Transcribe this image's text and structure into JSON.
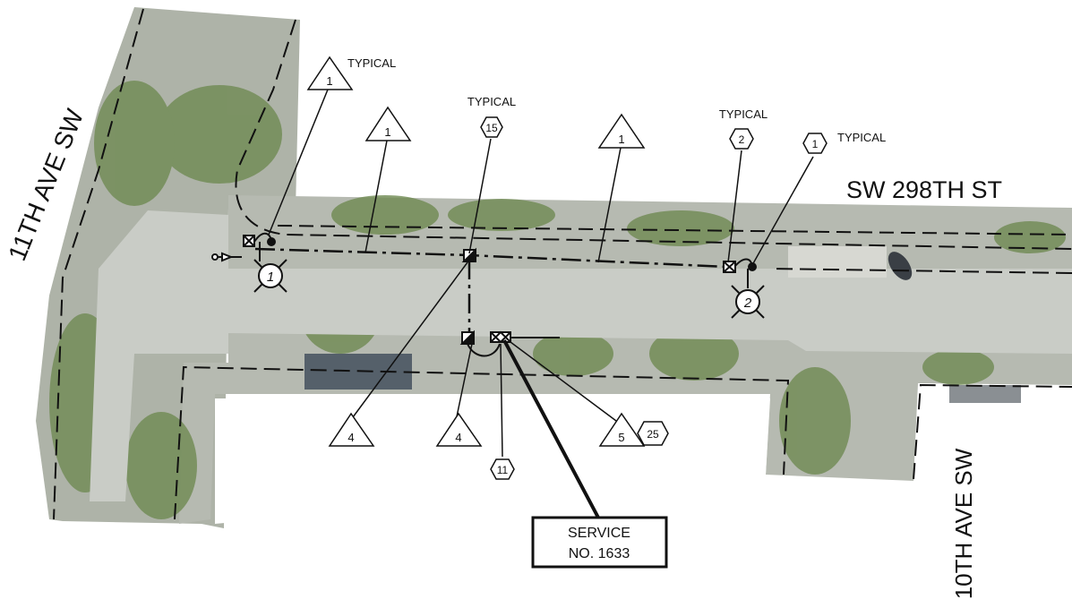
{
  "streets": {
    "eleventh_ave": "11TH AVE SW",
    "sw_298th": "SW 298TH ST",
    "tenth_ave": "10TH AVE SW"
  },
  "typical_label": "TYPICAL",
  "callouts": {
    "tri_1a": "1",
    "tri_1b": "1",
    "tri_1c": "1",
    "hex_15": "15",
    "hex_2": "2",
    "hex_1": "1",
    "tri_4a": "4",
    "tri_4b": "4",
    "hex_11": "11",
    "tri_5": "5",
    "hex_25": "25"
  },
  "streetlights": {
    "light_1": "1",
    "light_2": "2"
  },
  "service_box": {
    "line1": "SERVICE",
    "line2": "NO. 1633"
  },
  "colors": {
    "aerial_pavement": "#b9bdb7",
    "vegetation": "#6f8a52",
    "line_work": "#111111"
  }
}
